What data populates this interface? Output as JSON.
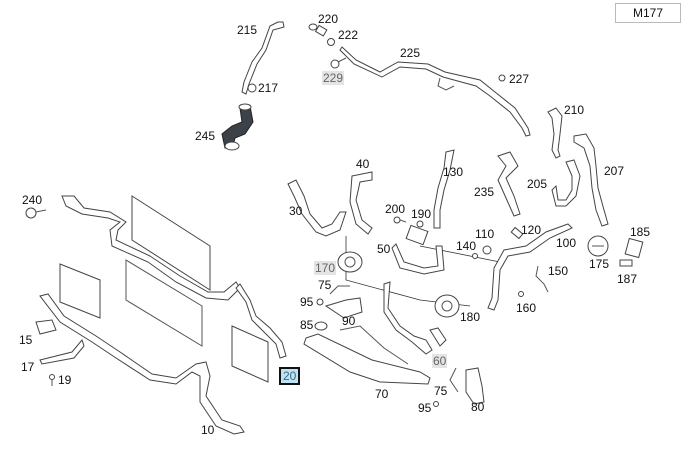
{
  "diagram": {
    "model_code": "M177",
    "selected_part": "20",
    "colors": {
      "selected_fill": "#bfe3f5",
      "selected_border": "#111111",
      "unavailable_fill": "#e4e4e4",
      "unavailable_text": "#666666"
    },
    "callouts": [
      {
        "id": "215",
        "label": "215",
        "state": "normal"
      },
      {
        "id": "220",
        "label": "220",
        "state": "normal"
      },
      {
        "id": "222",
        "label": "222",
        "state": "normal"
      },
      {
        "id": "225",
        "label": "225",
        "state": "normal"
      },
      {
        "id": "229",
        "label": "229",
        "state": "unavailable"
      },
      {
        "id": "227",
        "label": "227",
        "state": "normal"
      },
      {
        "id": "217",
        "label": "217",
        "state": "normal"
      },
      {
        "id": "245",
        "label": "245",
        "state": "normal"
      },
      {
        "id": "210",
        "label": "210",
        "state": "normal"
      },
      {
        "id": "207",
        "label": "207",
        "state": "normal"
      },
      {
        "id": "205",
        "label": "205",
        "state": "normal"
      },
      {
        "id": "235",
        "label": "235",
        "state": "normal"
      },
      {
        "id": "130",
        "label": "130",
        "state": "normal"
      },
      {
        "id": "40",
        "label": "40",
        "state": "normal"
      },
      {
        "id": "30",
        "label": "30",
        "state": "normal"
      },
      {
        "id": "240",
        "label": "240",
        "state": "normal"
      },
      {
        "id": "200",
        "label": "200",
        "state": "normal"
      },
      {
        "id": "190",
        "label": "190",
        "state": "normal"
      },
      {
        "id": "50",
        "label": "50",
        "state": "normal"
      },
      {
        "id": "110",
        "label": "110",
        "state": "normal"
      },
      {
        "id": "120",
        "label": "120",
        "state": "normal"
      },
      {
        "id": "140",
        "label": "140",
        "state": "normal"
      },
      {
        "id": "100",
        "label": "100",
        "state": "normal"
      },
      {
        "id": "185",
        "label": "185",
        "state": "normal"
      },
      {
        "id": "175",
        "label": "175",
        "state": "normal"
      },
      {
        "id": "187",
        "label": "187",
        "state": "normal"
      },
      {
        "id": "150",
        "label": "150",
        "state": "normal"
      },
      {
        "id": "160",
        "label": "160",
        "state": "normal"
      },
      {
        "id": "170",
        "label": "170",
        "state": "unavailable"
      },
      {
        "id": "75a",
        "label": "75",
        "state": "normal"
      },
      {
        "id": "95a",
        "label": "95",
        "state": "normal"
      },
      {
        "id": "90",
        "label": "90",
        "state": "normal"
      },
      {
        "id": "85",
        "label": "85",
        "state": "normal"
      },
      {
        "id": "180",
        "label": "180",
        "state": "normal"
      },
      {
        "id": "60",
        "label": "60",
        "state": "unavailable"
      },
      {
        "id": "70",
        "label": "70",
        "state": "normal"
      },
      {
        "id": "75b",
        "label": "75",
        "state": "normal"
      },
      {
        "id": "95b",
        "label": "95",
        "state": "normal"
      },
      {
        "id": "80",
        "label": "80",
        "state": "normal"
      },
      {
        "id": "15",
        "label": "15",
        "state": "normal"
      },
      {
        "id": "17",
        "label": "17",
        "state": "normal"
      },
      {
        "id": "19",
        "label": "19",
        "state": "normal"
      },
      {
        "id": "20",
        "label": "20",
        "state": "selected"
      },
      {
        "id": "10",
        "label": "10",
        "state": "normal"
      }
    ]
  }
}
